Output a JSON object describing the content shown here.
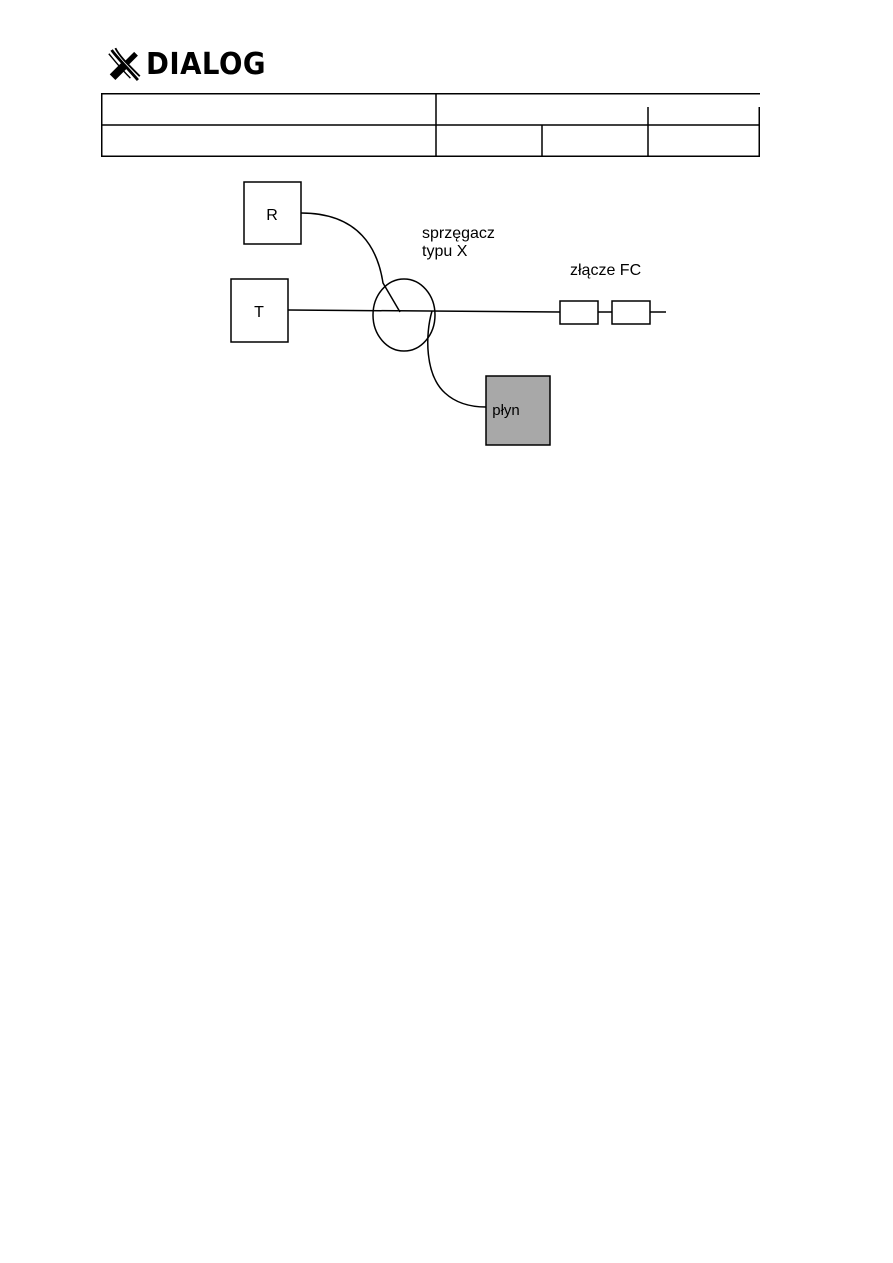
{
  "logo": {
    "text": "DIALOG",
    "icon": "dialog-x-logo-icon"
  },
  "header_table": {
    "rows": [
      [
        "",
        ""
      ],
      [
        "",
        "",
        "",
        ""
      ]
    ]
  },
  "diagram": {
    "receiver_label": "R",
    "transmitter_label": "T",
    "coupler_label_line1": "sprzęgacz",
    "coupler_label_line2": "typu X",
    "connector_label": "złącze FC",
    "fluid_label": "płyn",
    "colors": {
      "line": "#000000",
      "fluid_box_fill": "#a8a8a8"
    }
  }
}
